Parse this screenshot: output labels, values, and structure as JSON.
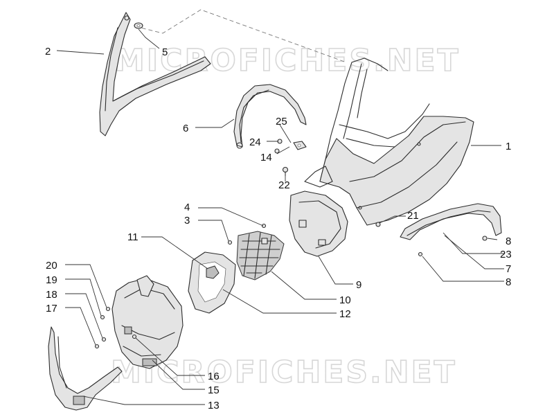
{
  "watermarks": [
    "MICROFICHES.NET",
    "MICROFICHES.NET"
  ],
  "callouts": [
    {
      "id": "c1",
      "label": "1"
    },
    {
      "id": "c2",
      "label": "2"
    },
    {
      "id": "c3",
      "label": "3"
    },
    {
      "id": "c4",
      "label": "4"
    },
    {
      "id": "c5",
      "label": "5"
    },
    {
      "id": "c6",
      "label": "6"
    },
    {
      "id": "c7",
      "label": "7"
    },
    {
      "id": "c8a",
      "label": "8"
    },
    {
      "id": "c8b",
      "label": "8"
    },
    {
      "id": "c9",
      "label": "9"
    },
    {
      "id": "c10",
      "label": "10"
    },
    {
      "id": "c11",
      "label": "11"
    },
    {
      "id": "c12",
      "label": "12"
    },
    {
      "id": "c13",
      "label": "13"
    },
    {
      "id": "c14",
      "label": "14"
    },
    {
      "id": "c15",
      "label": "15"
    },
    {
      "id": "c16",
      "label": "16"
    },
    {
      "id": "c17",
      "label": "17"
    },
    {
      "id": "c18",
      "label": "18"
    },
    {
      "id": "c19",
      "label": "19"
    },
    {
      "id": "c20",
      "label": "20"
    },
    {
      "id": "c21",
      "label": "21"
    },
    {
      "id": "c22",
      "label": "22"
    },
    {
      "id": "c23",
      "label": "23"
    },
    {
      "id": "c24",
      "label": "24"
    },
    {
      "id": "c25",
      "label": "25"
    }
  ]
}
